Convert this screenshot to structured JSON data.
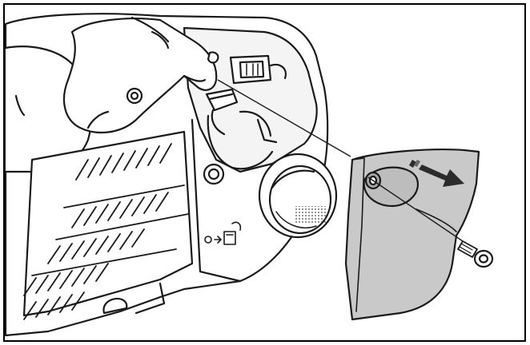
{
  "figure": {
    "subject": "engine-housing-with-removable-side-cover",
    "parts": [
      {
        "name": "housing-body",
        "icon": "engine-housing-illustration"
      },
      {
        "name": "finger-pulling-connector",
        "icon": "hand-finger-icon"
      },
      {
        "name": "connector-plug",
        "icon": "electrical-connector-icon"
      },
      {
        "name": "mounting-boss",
        "icon": "screw-boss-icon"
      },
      {
        "name": "round-vent-grille",
        "icon": "round-grille-icon"
      },
      {
        "name": "fuel-arrow-symbol",
        "icon": "arrow-symbol-icon"
      },
      {
        "name": "side-cover-panel",
        "icon": "cover-panel-icon"
      },
      {
        "name": "removal-arrow",
        "icon": "direction-arrow-icon"
      },
      {
        "name": "retaining-screw",
        "icon": "screw-icon"
      }
    ],
    "colors": {
      "line": "#1a1a1a",
      "housing_fill": "#ffffff",
      "cover_fill": "#c9c9c9",
      "cover_shadow": "#a6a6a6",
      "arrow_fill": "#2b2b2b",
      "frame": "#000000"
    }
  }
}
